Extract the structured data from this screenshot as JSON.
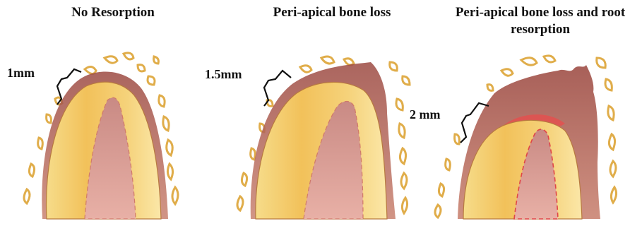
{
  "panels": [
    {
      "title": "No Resorption",
      "measurement": "1mm"
    },
    {
      "title": "Peri-apical bone loss",
      "measurement": "1.5mm"
    },
    {
      "title": "Peri-apical bone loss and root resorption",
      "measurement": "2 mm"
    }
  ],
  "colors": {
    "bone_outline": "#e0ad4a",
    "lesion": "#a8584c",
    "dentin": "#f0c060",
    "pulp": "#d88c80",
    "resorption_red": "#e84040"
  }
}
